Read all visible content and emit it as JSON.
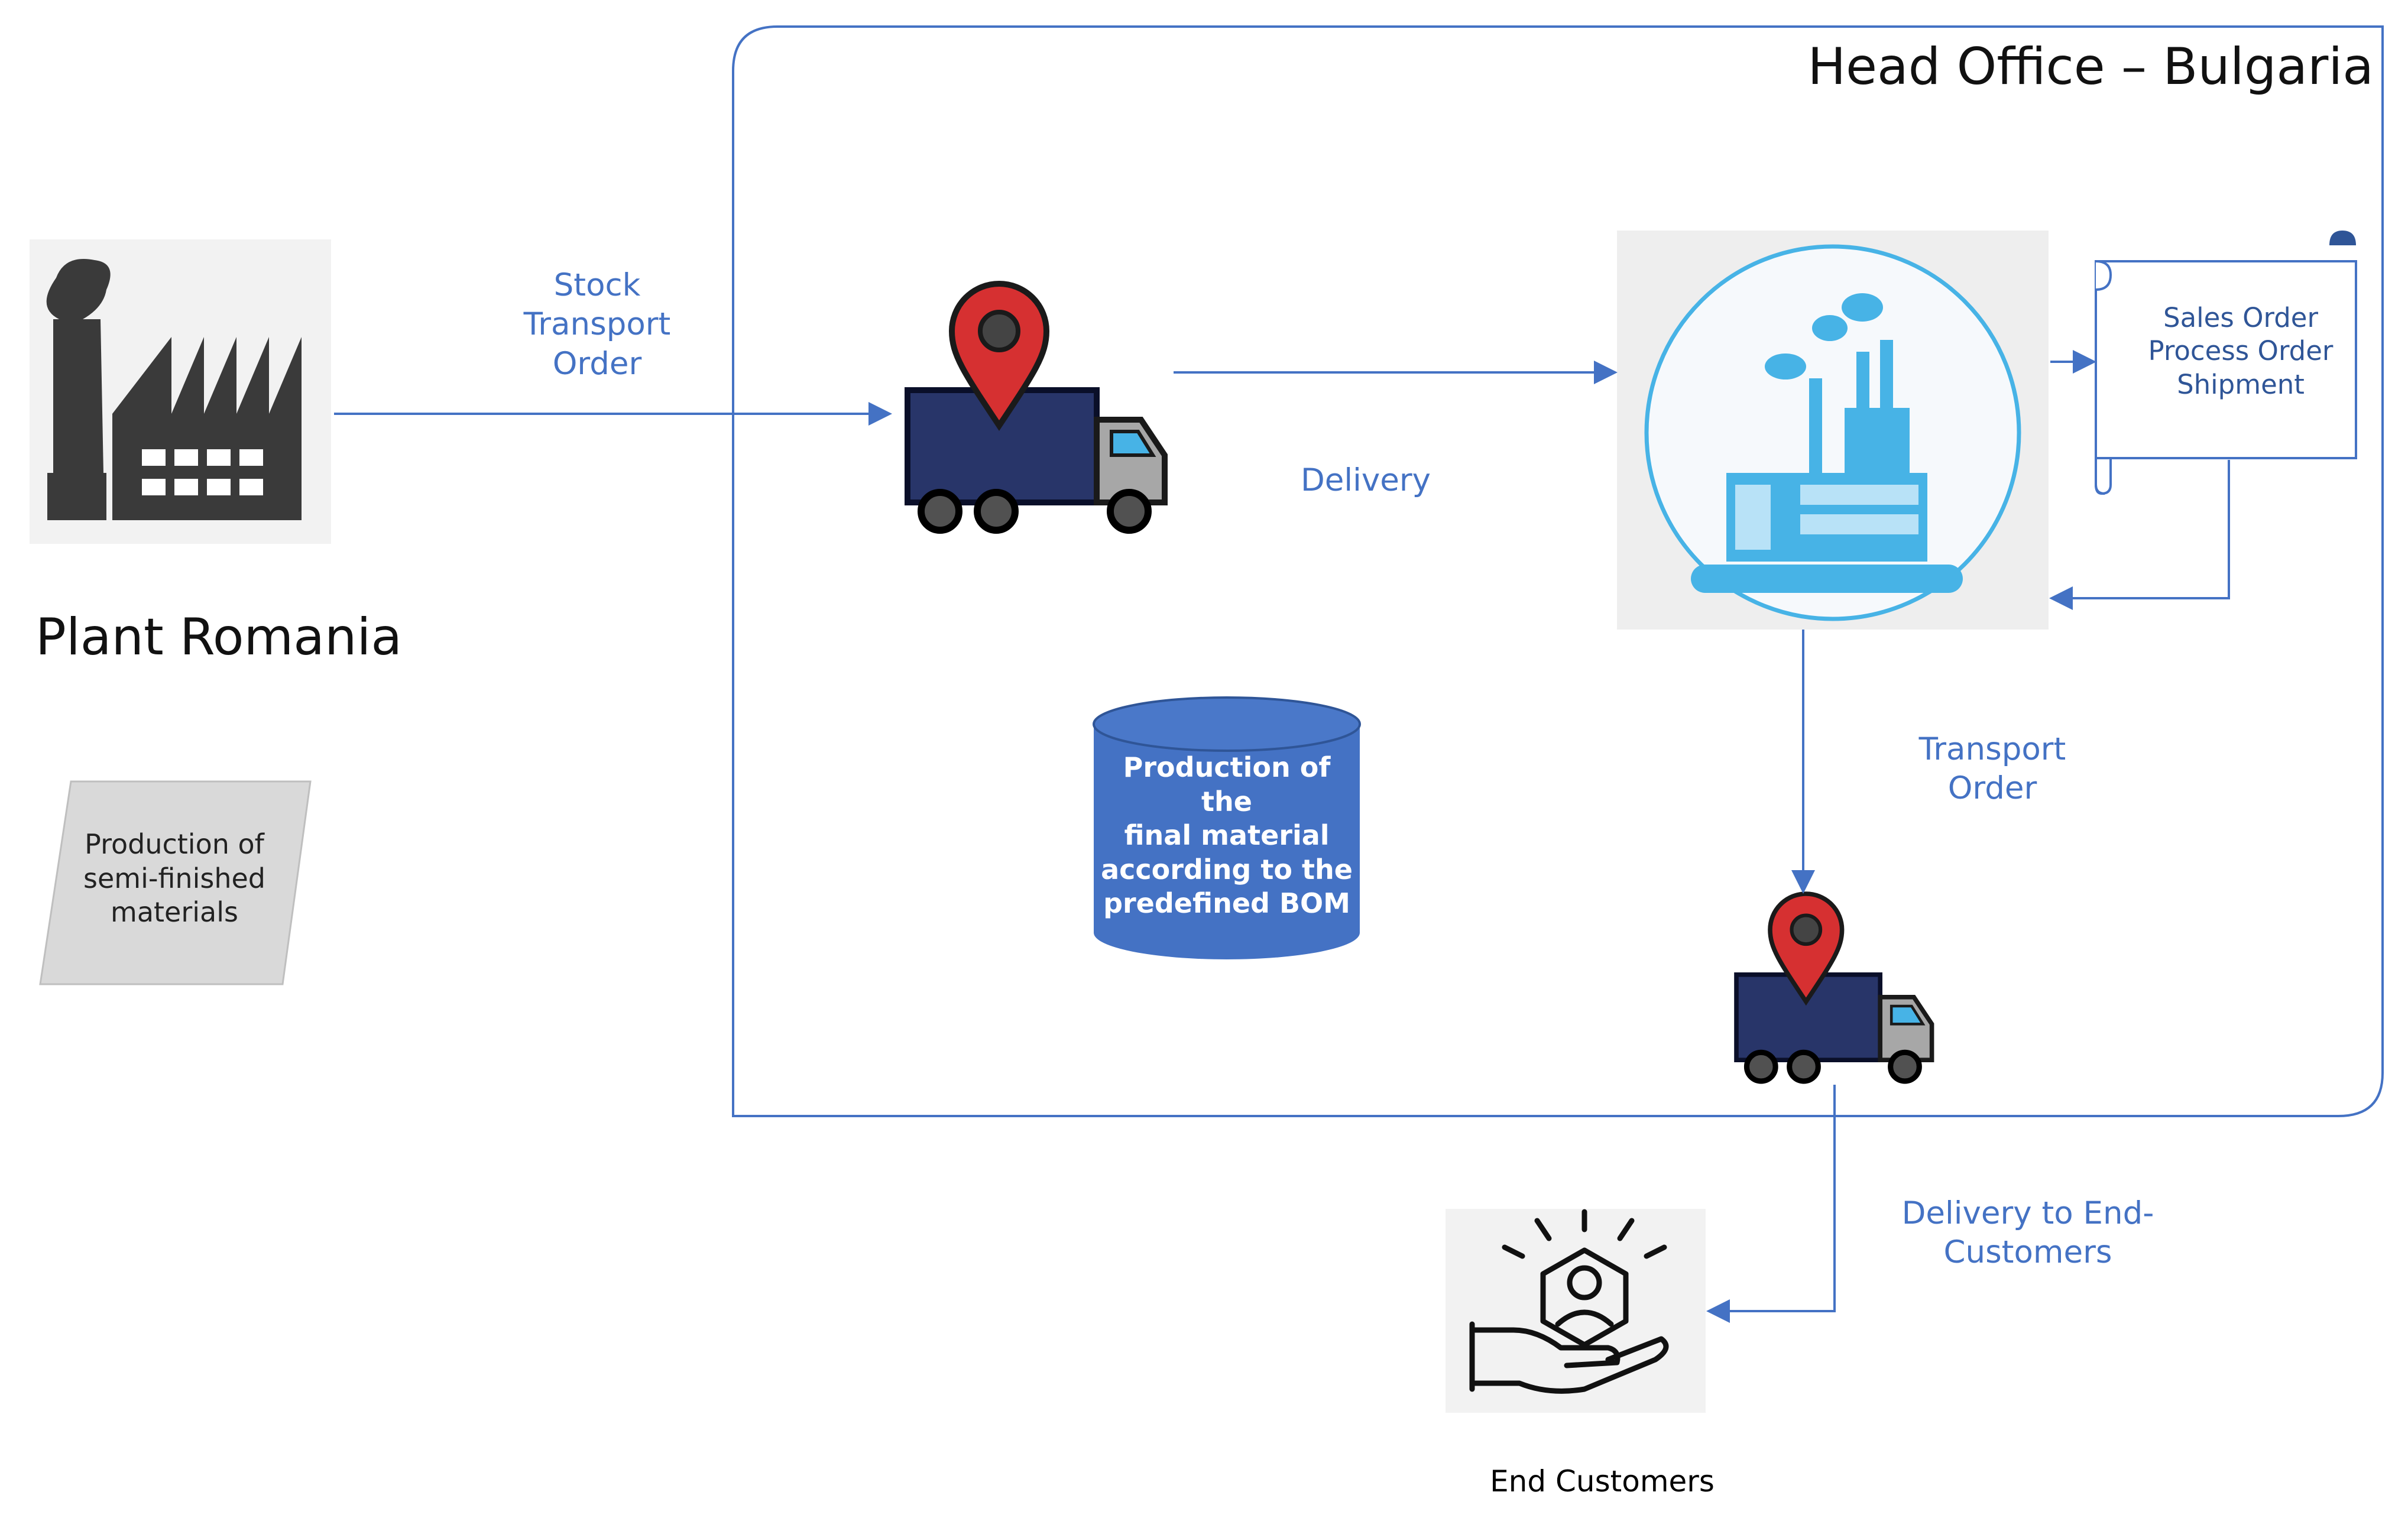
{
  "plant": {
    "label": "Plant Romania",
    "note": "Production of\nsemi-finished\nmaterials",
    "icon": "factory-icon"
  },
  "head_office": {
    "label": "Head Office – Bulgaria",
    "production_note": "Production of the\nfinal material\naccording to the\npredefined BOM",
    "factory_icon": "factory-icon",
    "documents": "Sales Order\nProcess Order\nShipment"
  },
  "flows": {
    "stock_transport_order": "Stock\nTransport\nOrder",
    "delivery": "Delivery",
    "transport_order": "Transport\nOrder",
    "delivery_to_end_customers": "Delivery to End-\nCustomers"
  },
  "trucks": {
    "icon": "delivery-truck-icon"
  },
  "end_customers": {
    "label": "End Customers",
    "icon": "customer-care-icon"
  },
  "colors": {
    "accent": "#4472c4",
    "truck_body": "#283569",
    "pin": "#d63031",
    "factory_gray": "#3a3a3a",
    "factory_light_blue": "#47b3e6",
    "cylinder_fill": "#4472c4",
    "note_fill": "#d9d9d9"
  }
}
